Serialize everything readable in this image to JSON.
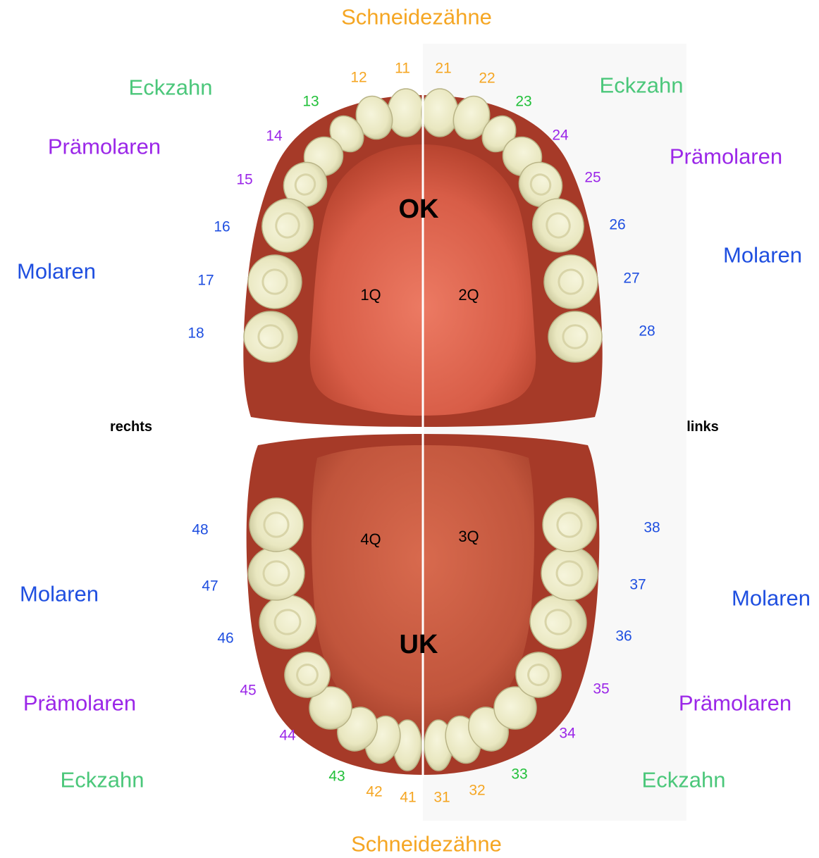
{
  "colors": {
    "incisor": "#f5a623",
    "canine_label": "#4bc77a",
    "canine_number": "#22c03a",
    "premolar": "#9b27e8",
    "molar": "#1f4fe0",
    "gum_outer": "#a63a28",
    "palate": "#e06e58",
    "tooth": "#eeeccb",
    "divider": "#ffffff"
  },
  "upper_jaw": {
    "label": "OK",
    "quadrant_right": "1Q",
    "quadrant_left": "2Q",
    "groups": {
      "incisors": "Schneidezähne",
      "canine_right": "Eckzahn",
      "canine_left": "Eckzahn",
      "premolars_right": "Prämolaren",
      "premolars_left": "Prämolaren",
      "molars_right": "Molaren",
      "molars_left": "Molaren"
    },
    "teeth_right": [
      {
        "number": "11",
        "type": "incisor",
        "icon": "incisor-tooth"
      },
      {
        "number": "12",
        "type": "incisor",
        "icon": "incisor-tooth"
      },
      {
        "number": "13",
        "type": "canine",
        "icon": "canine-tooth"
      },
      {
        "number": "14",
        "type": "premolar",
        "icon": "premolar-tooth"
      },
      {
        "number": "15",
        "type": "premolar",
        "icon": "premolar-tooth"
      },
      {
        "number": "16",
        "type": "molar",
        "icon": "molar-tooth"
      },
      {
        "number": "17",
        "type": "molar",
        "icon": "molar-tooth"
      },
      {
        "number": "18",
        "type": "molar",
        "icon": "molar-tooth"
      }
    ],
    "teeth_left": [
      {
        "number": "21",
        "type": "incisor",
        "icon": "incisor-tooth"
      },
      {
        "number": "22",
        "type": "incisor",
        "icon": "incisor-tooth"
      },
      {
        "number": "23",
        "type": "canine",
        "icon": "canine-tooth"
      },
      {
        "number": "24",
        "type": "premolar",
        "icon": "premolar-tooth"
      },
      {
        "number": "25",
        "type": "premolar",
        "icon": "premolar-tooth"
      },
      {
        "number": "26",
        "type": "molar",
        "icon": "molar-tooth"
      },
      {
        "number": "27",
        "type": "molar",
        "icon": "molar-tooth"
      },
      {
        "number": "28",
        "type": "molar",
        "icon": "molar-tooth"
      }
    ]
  },
  "lower_jaw": {
    "label": "UK",
    "quadrant_right": "4Q",
    "quadrant_left": "3Q",
    "groups": {
      "incisors": "Schneidezähne",
      "canine_right": "Eckzahn",
      "canine_left": "Eckzahn",
      "premolars_right": "Prämolaren",
      "premolars_left": "Prämolaren",
      "molars_right": "Molaren",
      "molars_left": "Molaren"
    },
    "teeth_right": [
      {
        "number": "41",
        "type": "incisor",
        "icon": "incisor-tooth"
      },
      {
        "number": "42",
        "type": "incisor",
        "icon": "incisor-tooth"
      },
      {
        "number": "43",
        "type": "canine",
        "icon": "canine-tooth"
      },
      {
        "number": "44",
        "type": "premolar",
        "icon": "premolar-tooth"
      },
      {
        "number": "45",
        "type": "premolar",
        "icon": "premolar-tooth"
      },
      {
        "number": "46",
        "type": "molar",
        "icon": "molar-tooth"
      },
      {
        "number": "47",
        "type": "molar",
        "icon": "molar-tooth"
      },
      {
        "number": "48",
        "type": "molar",
        "icon": "molar-tooth"
      }
    ],
    "teeth_left": [
      {
        "number": "31",
        "type": "incisor",
        "icon": "incisor-tooth"
      },
      {
        "number": "32",
        "type": "incisor",
        "icon": "incisor-tooth"
      },
      {
        "number": "33",
        "type": "canine",
        "icon": "canine-tooth"
      },
      {
        "number": "34",
        "type": "premolar",
        "icon": "premolar-tooth"
      },
      {
        "number": "35",
        "type": "premolar",
        "icon": "premolar-tooth"
      },
      {
        "number": "36",
        "type": "molar",
        "icon": "molar-tooth"
      },
      {
        "number": "37",
        "type": "molar",
        "icon": "molar-tooth"
      },
      {
        "number": "38",
        "type": "molar",
        "icon": "molar-tooth"
      }
    ]
  },
  "sides": {
    "right": "rechts",
    "left": "links"
  }
}
